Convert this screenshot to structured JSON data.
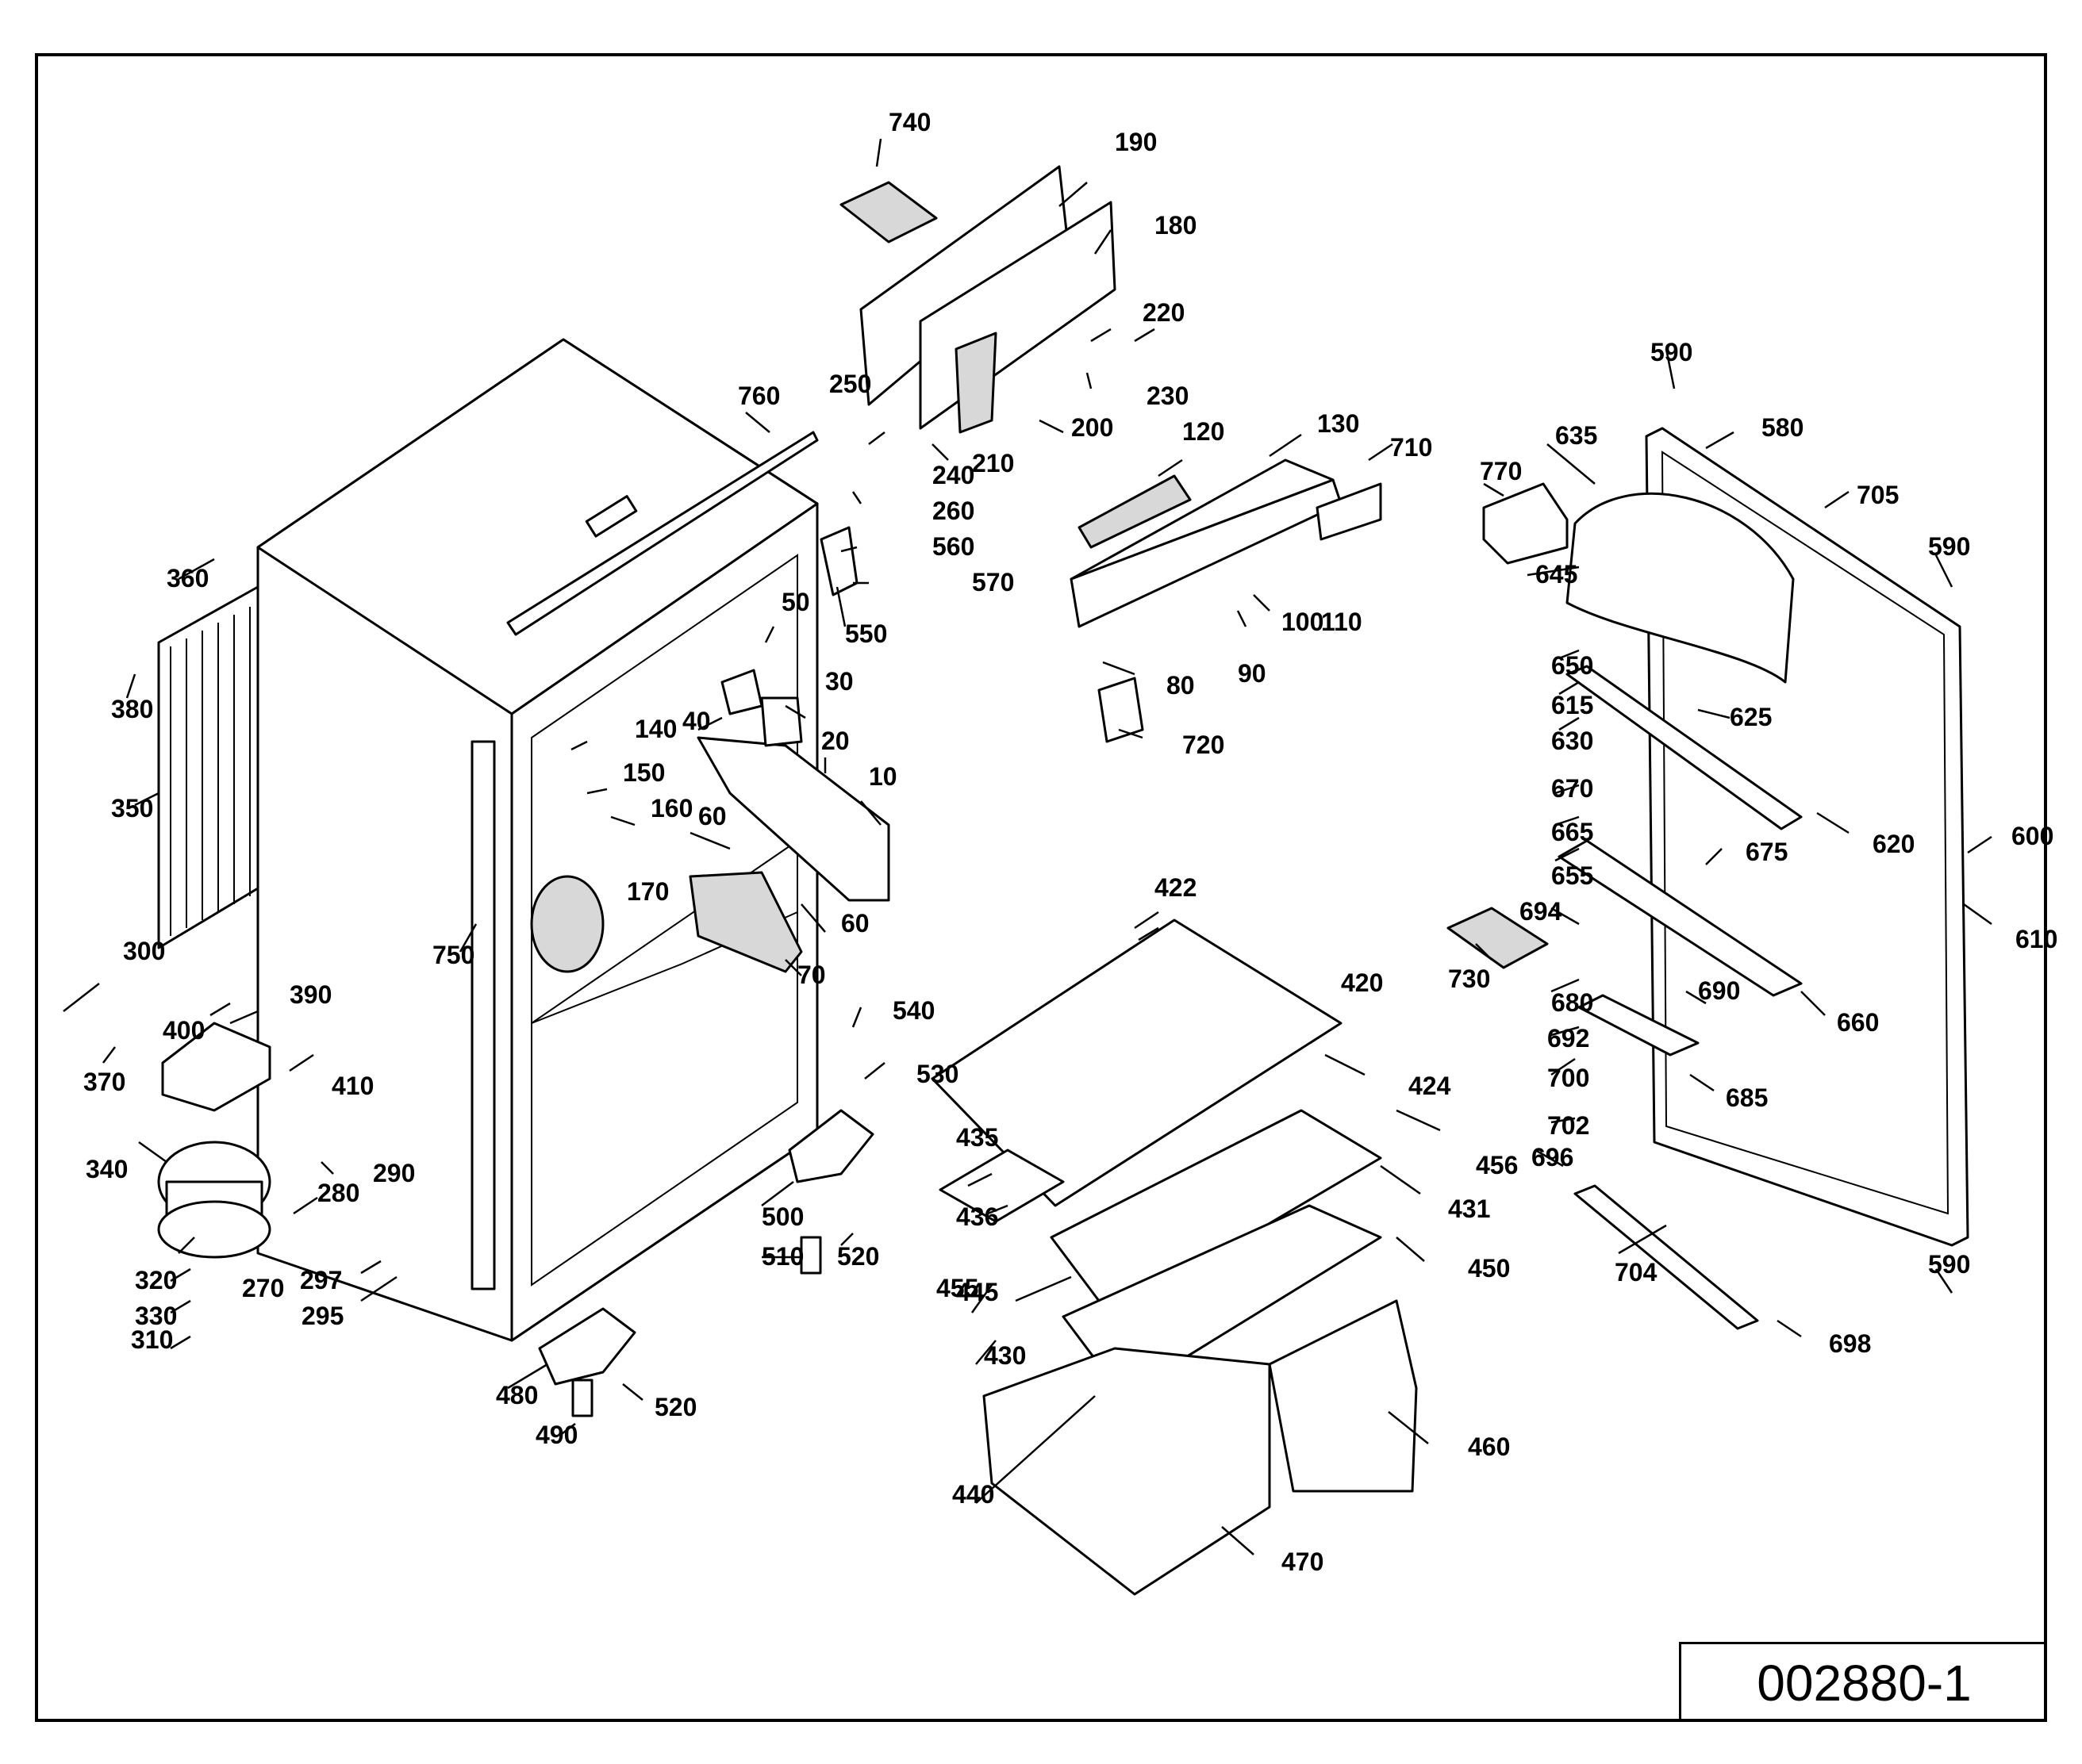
{
  "drawing_number": "002880-1",
  "part_labels": [
    "10",
    "20",
    "30",
    "40",
    "50",
    "60",
    "60",
    "70",
    "80",
    "90",
    "100",
    "110",
    "120",
    "130",
    "140",
    "150",
    "160",
    "170",
    "180",
    "190",
    "200",
    "210",
    "220",
    "230",
    "240",
    "250",
    "260",
    "270",
    "280",
    "290",
    "295",
    "297",
    "300",
    "310",
    "320",
    "330",
    "340",
    "350",
    "360",
    "370",
    "380",
    "390",
    "400",
    "410",
    "420",
    "422",
    "424",
    "430",
    "431",
    "435",
    "436",
    "440",
    "445",
    "450",
    "455",
    "456",
    "460",
    "470",
    "480",
    "490",
    "500",
    "510",
    "520",
    "520",
    "530",
    "540",
    "550",
    "560",
    "570",
    "580",
    "590",
    "590",
    "590",
    "600",
    "610",
    "615",
    "620",
    "625",
    "630",
    "635",
    "645",
    "650",
    "655",
    "660",
    "665",
    "670",
    "675",
    "680",
    "685",
    "690",
    "692",
    "694",
    "696",
    "698",
    "700",
    "702",
    "704",
    "705",
    "710",
    "720",
    "730",
    "740",
    "750",
    "760",
    "770"
  ]
}
